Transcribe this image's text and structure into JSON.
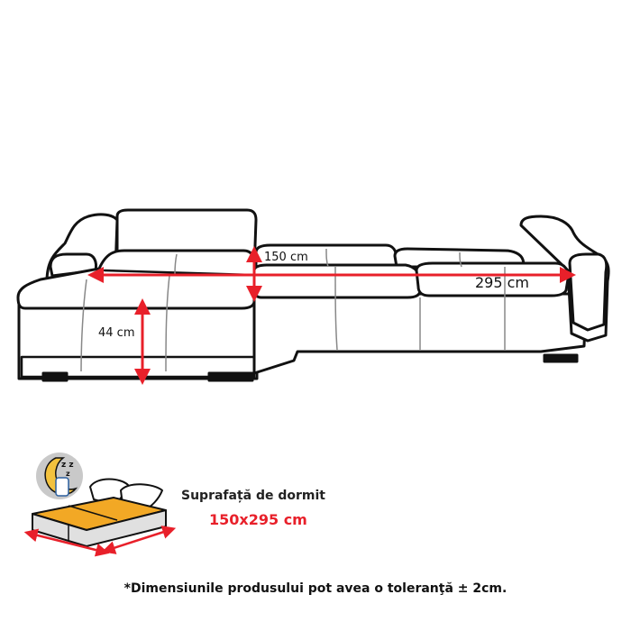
{
  "dimensions": {
    "seat_height": "44 cm",
    "depth": "150 cm",
    "length": "295 cm"
  },
  "sleeping_surface": {
    "title": "Suprafață de dormit",
    "value": "150x295 cm"
  },
  "footnote": "*Dimensiunile produsului pot avea o toleranţă ± 2cm.",
  "colors": {
    "arrow": "#e8202a",
    "outline": "#111111",
    "mattress": "#f2a825",
    "moon_bg": "#c9c9c9",
    "moon": "#f3c23e"
  }
}
